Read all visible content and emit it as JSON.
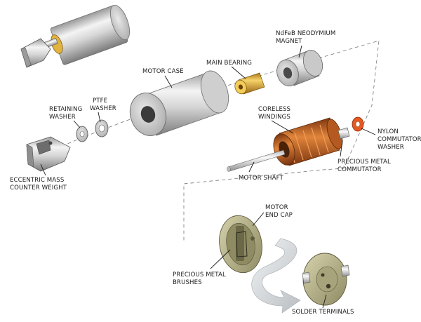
{
  "labels": {
    "magnet": [
      "NdFeB NEODYMIUM",
      "MAGNET"
    ],
    "main_bearing": [
      "MAIN BEARING"
    ],
    "motor_case": [
      "MOTOR CASE"
    ],
    "ptfe_washer": [
      "PTFE",
      "WASHER"
    ],
    "retaining_washer": [
      "RETAINING",
      "WASHER"
    ],
    "coreless_windings": [
      "CORELESS",
      "WINDINGS"
    ],
    "nylon_washer": [
      "NYLON",
      "COMMUTATOR",
      "WASHER"
    ],
    "precious_metal_commutator": [
      "PRECIOUS METAL",
      "COMMUTATOR"
    ],
    "motor_shaft": [
      "MOTOR SHAFT"
    ],
    "eccentric_mass": [
      "ECCENTRIC MASS",
      "COUNTER WEIGHT"
    ],
    "motor_end_cap": [
      "MOTOR",
      "END CAP"
    ],
    "precious_metal_brushes": [
      "PRECIOUS METAL",
      "BRUSHES"
    ],
    "solder_terminals": [
      "SOLDER TERMINALS"
    ]
  },
  "colors": {
    "metal_light": "#f2f2f2",
    "metal_dark": "#8a8a8a",
    "brass": "#e3b23c",
    "copper": "#c8621f",
    "nylon": "#e0531f",
    "endcap": "#b9b58a",
    "arrow": "#cfd3d6"
  }
}
